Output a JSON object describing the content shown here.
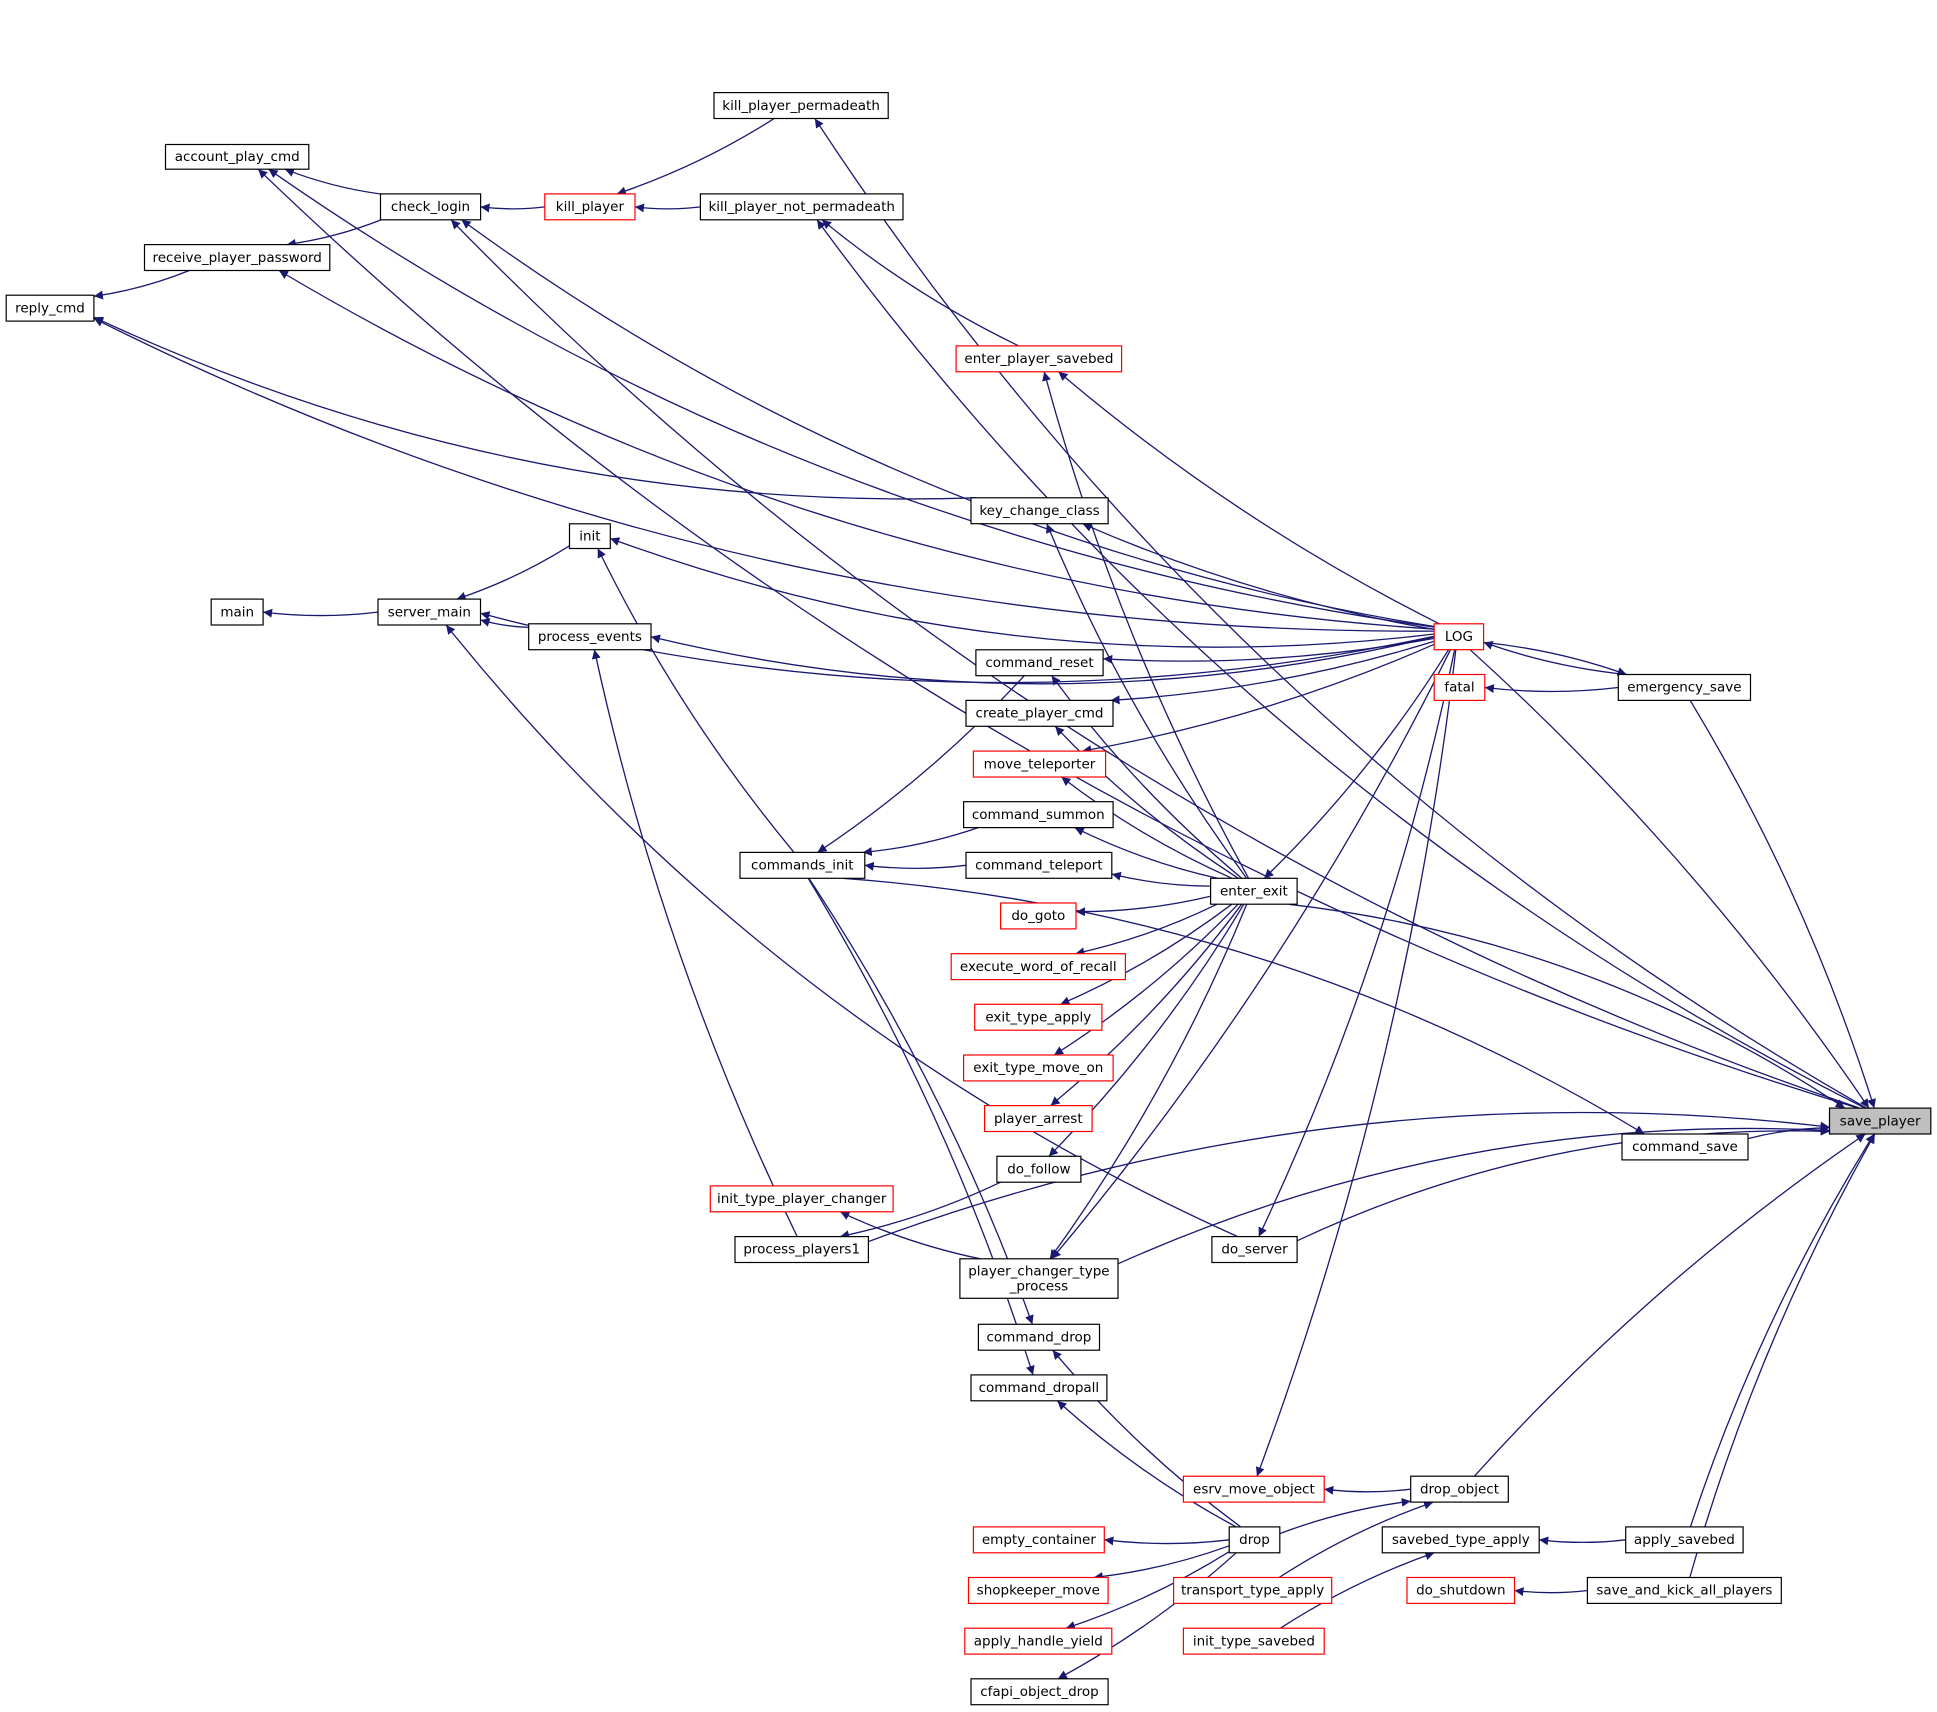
{
  "colors": {
    "edge": "#191970",
    "box_border": "#000000",
    "box_border_red": "#ff0000",
    "box_fill": "#ffffff",
    "root_fill": "#bfbfbf"
  },
  "nodes": [
    {
      "id": "account_play_cmd",
      "label": "account_play_cmd",
      "style": "black"
    },
    {
      "id": "check_login",
      "label": "check_login",
      "style": "black"
    },
    {
      "id": "kill_player",
      "label": "kill_player",
      "style": "red"
    },
    {
      "id": "kill_player_permadeath",
      "label": "kill_player_permadeath",
      "style": "black"
    },
    {
      "id": "kill_player_not_permadeath",
      "label": "kill_player_not_permadeath",
      "style": "black"
    },
    {
      "id": "receive_player_password",
      "label": "receive_player_password",
      "style": "black"
    },
    {
      "id": "reply_cmd",
      "label": "reply_cmd",
      "style": "black"
    },
    {
      "id": "enter_player_savebed",
      "label": "enter_player_savebed",
      "style": "red"
    },
    {
      "id": "init",
      "label": "init",
      "style": "black"
    },
    {
      "id": "key_change_class",
      "label": "key_change_class",
      "style": "black"
    },
    {
      "id": "main",
      "label": "main",
      "style": "black"
    },
    {
      "id": "server_main",
      "label": "server_main",
      "style": "black"
    },
    {
      "id": "process_events",
      "label": "process_events",
      "style": "black"
    },
    {
      "id": "LOG",
      "label": "LOG",
      "style": "red"
    },
    {
      "id": "fatal",
      "label": "fatal",
      "style": "red"
    },
    {
      "id": "emergency_save",
      "label": "emergency_save",
      "style": "black"
    },
    {
      "id": "command_reset",
      "label": "command_reset",
      "style": "black"
    },
    {
      "id": "create_player_cmd",
      "label": "create_player_cmd",
      "style": "black"
    },
    {
      "id": "move_teleporter",
      "label": "move_teleporter",
      "style": "red"
    },
    {
      "id": "command_summon",
      "label": "command_summon",
      "style": "black"
    },
    {
      "id": "commands_init",
      "label": "commands_init",
      "style": "black"
    },
    {
      "id": "command_teleport",
      "label": "command_teleport",
      "style": "black"
    },
    {
      "id": "enter_exit",
      "label": "enter_exit",
      "style": "black"
    },
    {
      "id": "do_goto",
      "label": "do_goto",
      "style": "red"
    },
    {
      "id": "execute_word_of_recall",
      "label": "execute_word_of_recall",
      "style": "red"
    },
    {
      "id": "exit_type_apply",
      "label": "exit_type_apply",
      "style": "red"
    },
    {
      "id": "exit_type_move_on",
      "label": "exit_type_move_on",
      "style": "red"
    },
    {
      "id": "player_arrest",
      "label": "player_arrest",
      "style": "red"
    },
    {
      "id": "save_player",
      "label": "save_player",
      "style": "root"
    },
    {
      "id": "command_save",
      "label": "command_save",
      "style": "black"
    },
    {
      "id": "do_follow",
      "label": "do_follow",
      "style": "black"
    },
    {
      "id": "init_type_player_changer",
      "label": "init_type_player_changer",
      "style": "red"
    },
    {
      "id": "process_players1",
      "label": "process_players1",
      "style": "black"
    },
    {
      "id": "player_changer_type_process",
      "label": "player_changer_type\n_process",
      "style": "black"
    },
    {
      "id": "do_server",
      "label": "do_server",
      "style": "black"
    },
    {
      "id": "command_drop",
      "label": "command_drop",
      "style": "black"
    },
    {
      "id": "command_dropall",
      "label": "command_dropall",
      "style": "black"
    },
    {
      "id": "esrv_move_object",
      "label": "esrv_move_object",
      "style": "red"
    },
    {
      "id": "drop_object",
      "label": "drop_object",
      "style": "black"
    },
    {
      "id": "empty_container",
      "label": "empty_container",
      "style": "red"
    },
    {
      "id": "drop",
      "label": "drop",
      "style": "black"
    },
    {
      "id": "savebed_type_apply",
      "label": "savebed_type_apply",
      "style": "black"
    },
    {
      "id": "apply_savebed",
      "label": "apply_savebed",
      "style": "black"
    },
    {
      "id": "shopkeeper_move",
      "label": "shopkeeper_move",
      "style": "red"
    },
    {
      "id": "transport_type_apply",
      "label": "transport_type_apply",
      "style": "red"
    },
    {
      "id": "do_shutdown",
      "label": "do_shutdown",
      "style": "red"
    },
    {
      "id": "save_and_kick_all_players",
      "label": "save_and_kick_all_players",
      "style": "black"
    },
    {
      "id": "apply_handle_yield",
      "label": "apply_handle_yield",
      "style": "red"
    },
    {
      "id": "init_type_savebed",
      "label": "init_type_savebed",
      "style": "red"
    },
    {
      "id": "cfapi_object_drop",
      "label": "cfapi_object_drop",
      "style": "black"
    }
  ],
  "edges": [
    [
      "account_play_cmd",
      "save_player"
    ],
    [
      "account_play_cmd",
      "check_login"
    ],
    [
      "account_play_cmd",
      "LOG"
    ],
    [
      "check_login",
      "save_player"
    ],
    [
      "check_login",
      "kill_player"
    ],
    [
      "check_login",
      "LOG"
    ],
    [
      "kill_player",
      "kill_player_permadeath"
    ],
    [
      "kill_player",
      "kill_player_not_permadeath"
    ],
    [
      "kill_player_permadeath",
      "save_player"
    ],
    [
      "kill_player_not_permadeath",
      "save_player"
    ],
    [
      "kill_player_not_permadeath",
      "enter_player_savebed"
    ],
    [
      "receive_player_password",
      "check_login"
    ],
    [
      "receive_player_password",
      "LOG"
    ],
    [
      "reply_cmd",
      "receive_player_password"
    ],
    [
      "reply_cmd",
      "LOG"
    ],
    [
      "reply_cmd",
      "key_change_class"
    ],
    [
      "enter_player_savebed",
      "LOG"
    ],
    [
      "enter_player_savebed",
      "enter_exit"
    ],
    [
      "init",
      "LOG"
    ],
    [
      "init",
      "commands_init"
    ],
    [
      "key_change_class",
      "LOG"
    ],
    [
      "key_change_class",
      "enter_exit"
    ],
    [
      "main",
      "server_main"
    ],
    [
      "server_main",
      "init"
    ],
    [
      "server_main",
      "process_events"
    ],
    [
      "server_main",
      "LOG"
    ],
    [
      "server_main",
      "do_server"
    ],
    [
      "process_events",
      "LOG"
    ],
    [
      "process_events",
      "process_players1"
    ],
    [
      "save_player",
      "LOG"
    ],
    [
      "save_player",
      "emergency_save"
    ],
    [
      "save_player",
      "enter_exit"
    ],
    [
      "save_player",
      "command_save"
    ],
    [
      "save_player",
      "do_server"
    ],
    [
      "save_player",
      "player_changer_type_process"
    ],
    [
      "save_player",
      "process_players1"
    ],
    [
      "save_player",
      "drop_object"
    ],
    [
      "save_player",
      "apply_savebed"
    ],
    [
      "save_player",
      "save_and_kick_all_players"
    ],
    [
      "emergency_save",
      "LOG"
    ],
    [
      "LOG",
      "emergency_save"
    ],
    [
      "fatal",
      "emergency_save"
    ],
    [
      "command_reset",
      "LOG"
    ],
    [
      "command_reset",
      "enter_exit"
    ],
    [
      "commands_init",
      "command_reset"
    ],
    [
      "create_player_cmd",
      "LOG"
    ],
    [
      "create_player_cmd",
      "enter_exit"
    ],
    [
      "move_teleporter",
      "LOG"
    ],
    [
      "move_teleporter",
      "enter_exit"
    ],
    [
      "command_summon",
      "enter_exit"
    ],
    [
      "commands_init",
      "command_summon"
    ],
    [
      "command_teleport",
      "enter_exit"
    ],
    [
      "commands_init",
      "command_teleport"
    ],
    [
      "enter_exit",
      "LOG"
    ],
    [
      "do_goto",
      "enter_exit"
    ],
    [
      "execute_word_of_recall",
      "enter_exit"
    ],
    [
      "exit_type_apply",
      "enter_exit"
    ],
    [
      "exit_type_move_on",
      "enter_exit"
    ],
    [
      "player_arrest",
      "enter_exit"
    ],
    [
      "do_follow",
      "enter_exit"
    ],
    [
      "player_changer_type_process",
      "enter_exit"
    ],
    [
      "player_changer_type_process",
      "LOG"
    ],
    [
      "command_save",
      "commands_init"
    ],
    [
      "process_players1",
      "do_follow"
    ],
    [
      "init_type_player_changer",
      "player_changer_type_process"
    ],
    [
      "do_server",
      "LOG"
    ],
    [
      "command_drop",
      "commands_init"
    ],
    [
      "command_drop",
      "drop"
    ],
    [
      "command_dropall",
      "commands_init"
    ],
    [
      "command_dropall",
      "drop"
    ],
    [
      "esrv_move_object",
      "LOG"
    ],
    [
      "esrv_move_object",
      "drop_object"
    ],
    [
      "drop_object",
      "drop"
    ],
    [
      "drop_object",
      "transport_type_apply"
    ],
    [
      "empty_container",
      "drop"
    ],
    [
      "shopkeeper_move",
      "drop"
    ],
    [
      "apply_handle_yield",
      "drop"
    ],
    [
      "cfapi_object_drop",
      "drop"
    ],
    [
      "savebed_type_apply",
      "apply_savebed"
    ],
    [
      "savebed_type_apply",
      "init_type_savebed"
    ],
    [
      "do_shutdown",
      "save_and_kick_all_players"
    ]
  ]
}
